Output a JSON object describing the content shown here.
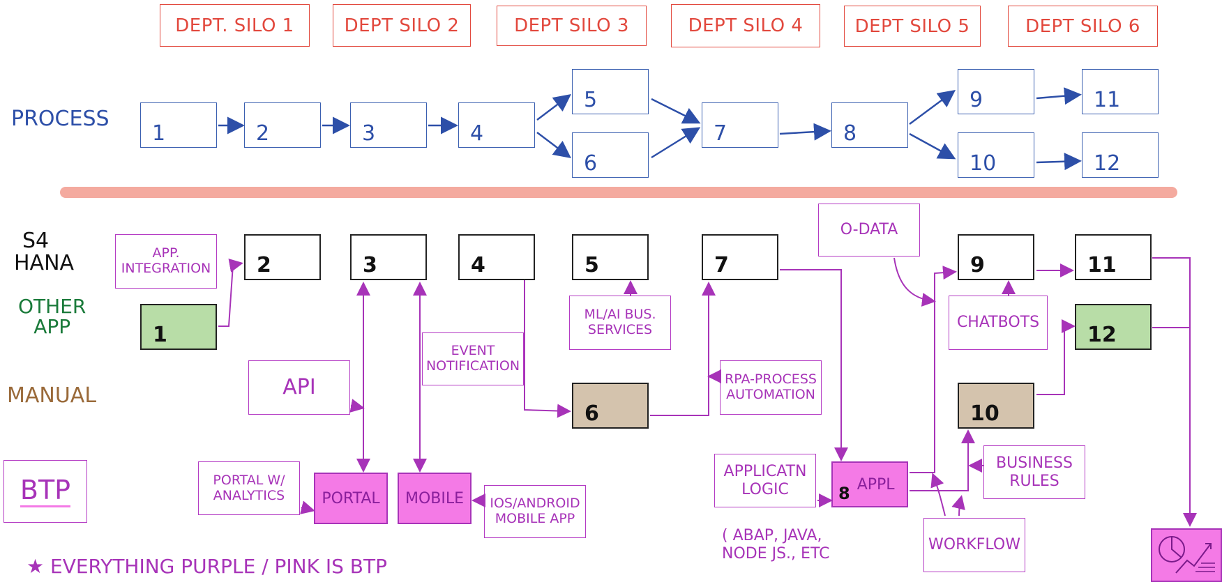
{
  "silos": [
    "DEPT. SILO 1",
    "DEPT SILO 2",
    "DEPT SILO 3",
    "DEPT SILO 4",
    "DEPT SILO 5",
    "DEPT SILO 6"
  ],
  "rows": {
    "process": "PROCESS",
    "s4_line1": "S4",
    "s4_line2": "HANA",
    "other_line1": "OTHER",
    "other_line2": "APP",
    "manual": "MANUAL",
    "btp": "BTP"
  },
  "process_steps": [
    "1",
    "2",
    "3",
    "4",
    "5",
    "6",
    "7",
    "8",
    "9",
    "10",
    "11",
    "12"
  ],
  "system_steps": [
    "1",
    "2",
    "3",
    "4",
    "5",
    "6",
    "7",
    "8",
    "9",
    "10",
    "11",
    "12"
  ],
  "labels": {
    "app_integration": "APP. INTEGRATION",
    "api": "API",
    "event_notification": "EVENT NOTIFICATION",
    "ml_ai": "ML/AI BUS. SERVICES",
    "rpa": "RPA-PROCESS AUTOMATION",
    "odata": "O-DATA",
    "chatbots": "CHATBOTS",
    "portal_analytics": "PORTAL W/ ANALYTICS",
    "portal": "PORTAL",
    "mobile": "MOBILE",
    "ios_android": "IOS/ANDROID MOBILE APP",
    "application_logic": "APPLICATN LOGIC",
    "appl": "APPL",
    "business_rules": "BUSINESS RULES",
    "workflow": "WORKFLOW"
  },
  "notes": {
    "languages_line1": "( ABAP, JAVA,",
    "languages_line2": "NODE JS., ETC",
    "footnote": "EVERYTHING PURPLE / PINK IS BTP"
  },
  "colors": {
    "silo": "#e2483d",
    "process": "#2d4fa8",
    "btp": "#a733b8",
    "pink_fill": "#f47ae6",
    "green_fill": "#b8dda7",
    "brown_fill": "#d4c3ad",
    "divider": "#f4aa9f"
  }
}
